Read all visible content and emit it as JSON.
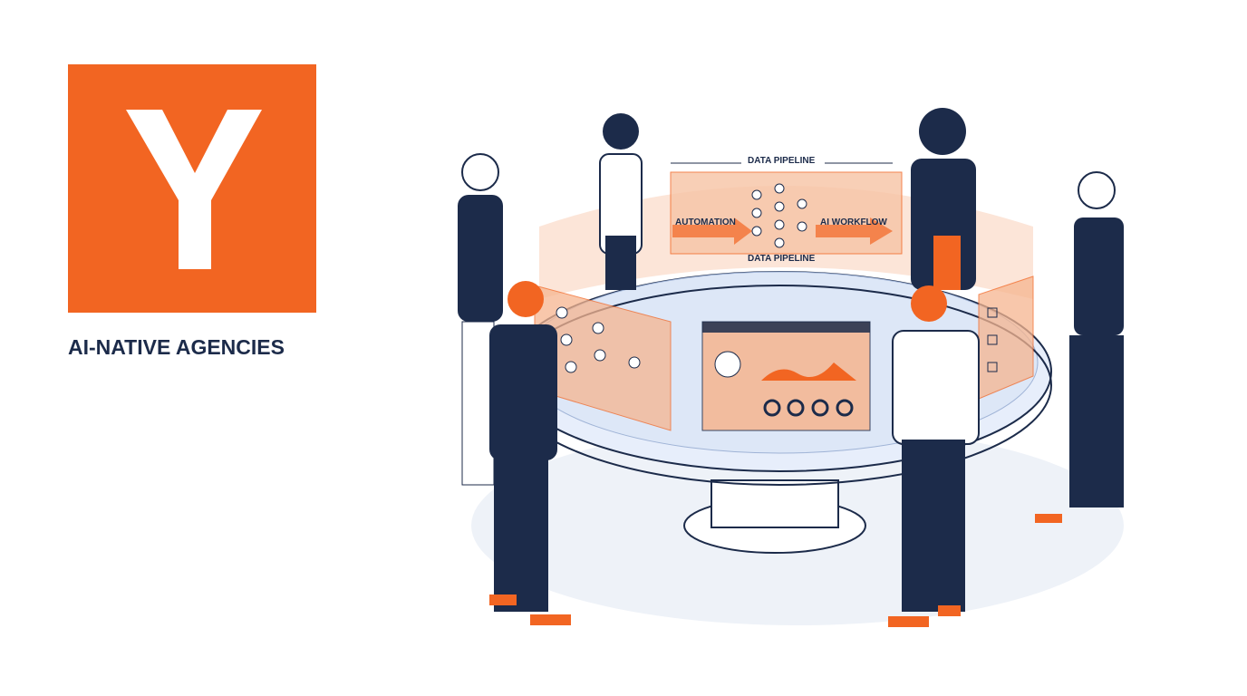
{
  "brand": {
    "logo_letter": "Y",
    "tagline": "AI-NATIVE AGENCIES",
    "accent": "#f26522",
    "navy": "#1c2b4a"
  },
  "illustration": {
    "top_label": "DATA PIPELINE",
    "left_arrow_label": "AUTOMATION",
    "right_arrow_label": "AI WORKFLOW",
    "bottom_label": "DATA PIPELINE",
    "icons": [
      "neural-network-icon",
      "profile-icon",
      "chart-icon",
      "checklist-icon"
    ]
  }
}
